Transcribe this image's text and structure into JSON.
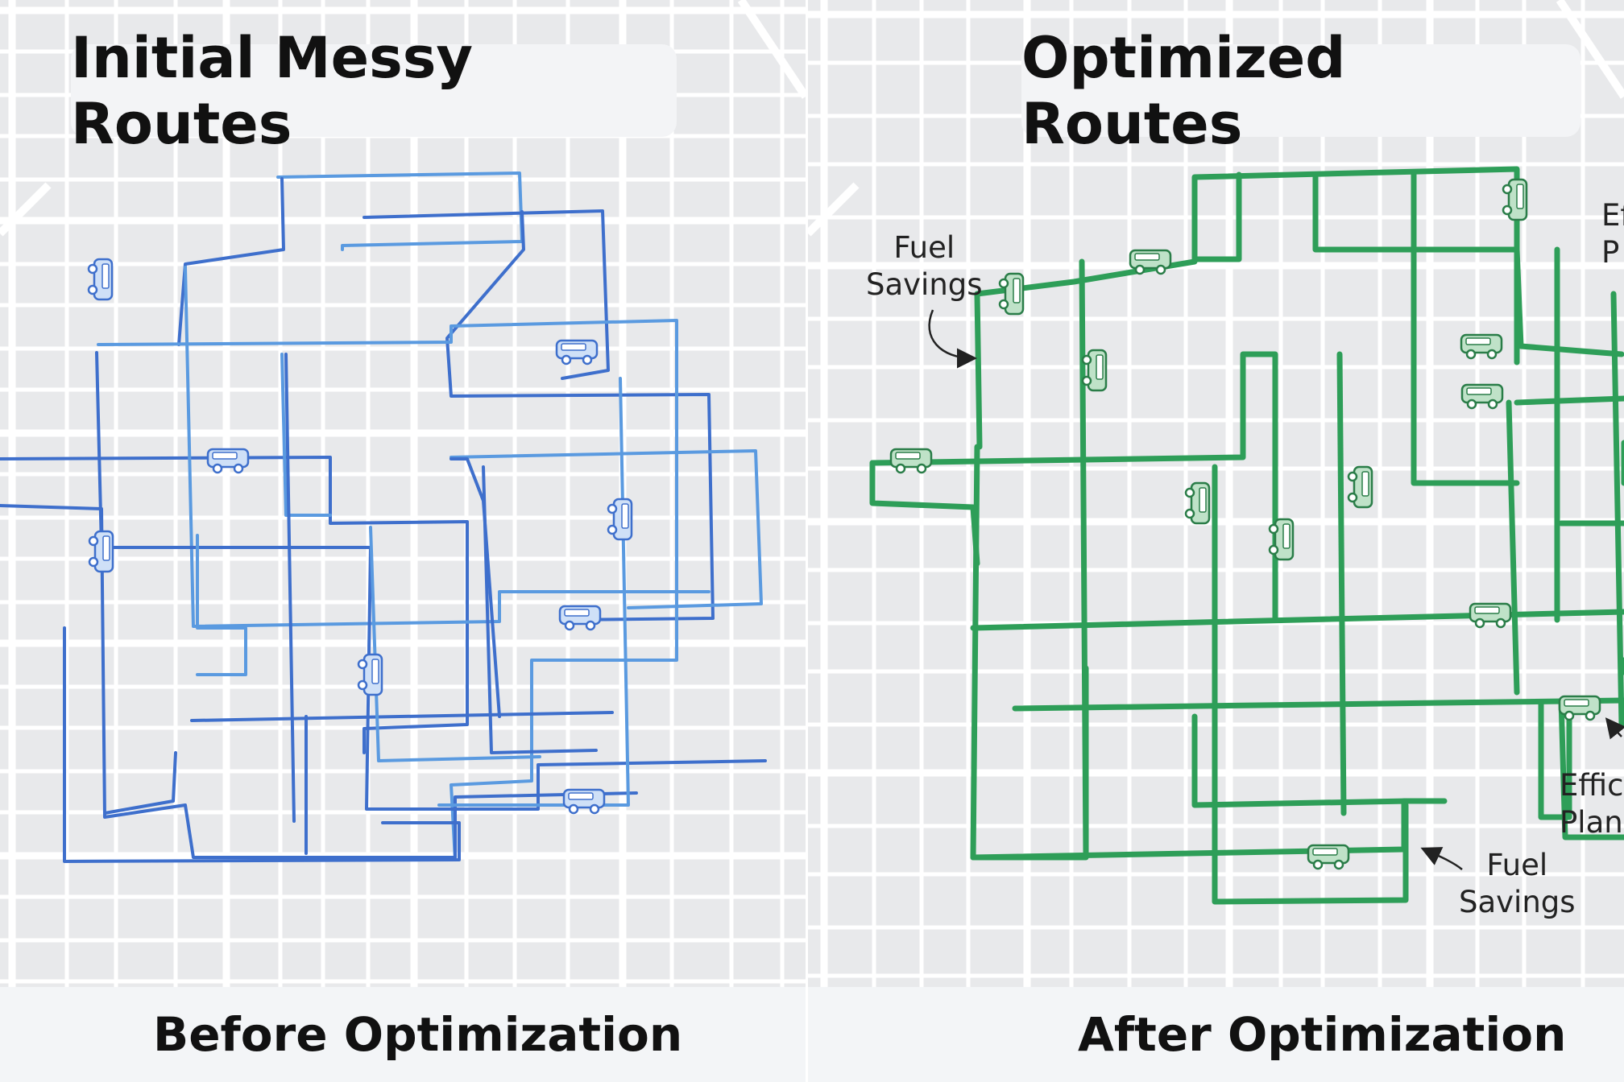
{
  "before": {
    "title": "Initial Messy Routes",
    "caption": "Before Optimization",
    "route_color": "#3e6fcc",
    "route_color_light": "#5a9ae0"
  },
  "after": {
    "title": "Optimized Routes",
    "caption": "After Optimization",
    "route_color": "#2e9e58",
    "annotations": [
      {
        "line1": "Fuel",
        "line2": "Savings"
      },
      {
        "line1": "Ef",
        "line2": "P"
      },
      {
        "line1": "Effic",
        "line2": "Plan"
      },
      {
        "line1": "Fuel",
        "line2": "Savings"
      }
    ]
  },
  "icons": {
    "vehicle": "van-icon",
    "arrow": "curved-arrow-icon"
  },
  "colors": {
    "map_background": "#e8e9eb",
    "street": "#ffffff"
  }
}
